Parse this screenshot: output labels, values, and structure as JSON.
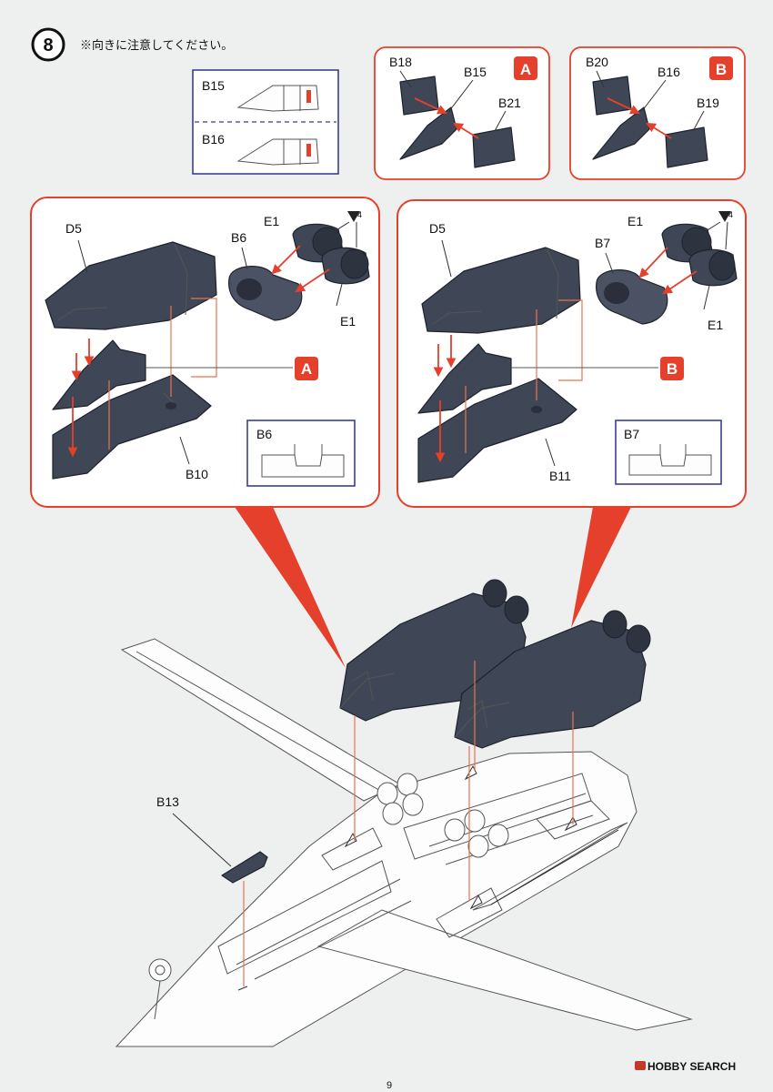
{
  "step": {
    "number": "8",
    "note": "※向きに注意してください。"
  },
  "orientation_box": {
    "top_label": "B15",
    "bottom_label": "B16"
  },
  "subassembly_a": {
    "badge": "A",
    "parts": [
      "B18",
      "B15",
      "B21"
    ]
  },
  "subassembly_b": {
    "badge": "B",
    "parts": [
      "B20",
      "B16",
      "B19"
    ]
  },
  "left_panel": {
    "cover": "D5",
    "ring": "B6",
    "nozzle_top": "E1",
    "nozzle_bottom": "E1",
    "quantity": "4",
    "ref_badge": "A",
    "base": "B10",
    "detail_label": "B6"
  },
  "right_panel": {
    "cover": "D5",
    "ring": "B7",
    "nozzle_top": "E1",
    "nozzle_bottom": "E1",
    "quantity": "4",
    "ref_badge": "B",
    "base": "B11",
    "detail_label": "B7"
  },
  "main": {
    "part_label": "B13"
  },
  "footer": {
    "page_number": "9",
    "watermark": "HOBBY SEARCH"
  },
  "colors": {
    "accent_red": "#e5402b",
    "navy_box": "#3b3f8f",
    "part_gray": "#3f4656",
    "frame_line": "#e9734d"
  }
}
